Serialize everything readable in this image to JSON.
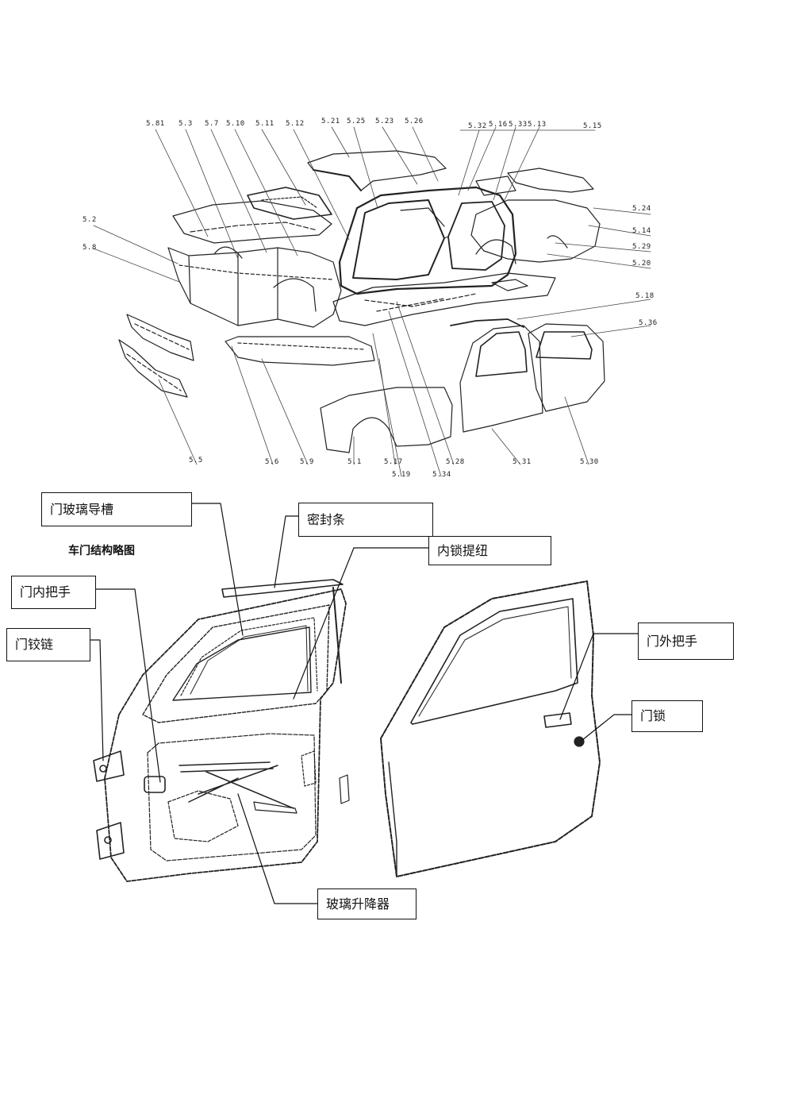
{
  "exploded_view": {
    "part_numbers": {
      "p5_81": "5.81",
      "p5_3": "5.3",
      "p5_7": "5.7",
      "p5_10": "5.10",
      "p5_11": "5.11",
      "p5_12": "5.12",
      "p5_21": "5.21",
      "p5_25": "5.25",
      "p5_23": "5.23",
      "p5_26": "5.26",
      "p5_32": "5.32",
      "p5_16": "5.16",
      "p5_33": "5.33",
      "p5_13": "5.13",
      "p5_15": "5.15",
      "p5_2": "5.2",
      "p5_8": "5.8",
      "p5_24": "5.24",
      "p5_14": "5.14",
      "p5_29": "5.29",
      "p5_20": "5.20",
      "p5_18": "5.18",
      "p5_36": "5.36",
      "p5_5": "5.5",
      "p5_6": "5.6",
      "p5_9": "5.9",
      "p5_1": "5.1",
      "p5_17": "5.17",
      "p5_19": "5.19",
      "p5_34": "5.34",
      "p5_28": "5.28",
      "p5_31": "5.31",
      "p5_30": "5.30"
    }
  },
  "door_diagram": {
    "title": "车门结构略图",
    "labels": {
      "glass_channel": "门玻璃导槽",
      "seal_strip": "密封条",
      "inner_lock_knob": "内锁提纽",
      "inner_handle": "门内把手",
      "hinge": "门铰链",
      "outer_handle": "门外把手",
      "door_lock": "门锁",
      "window_regulator": "玻璃升降器"
    }
  }
}
